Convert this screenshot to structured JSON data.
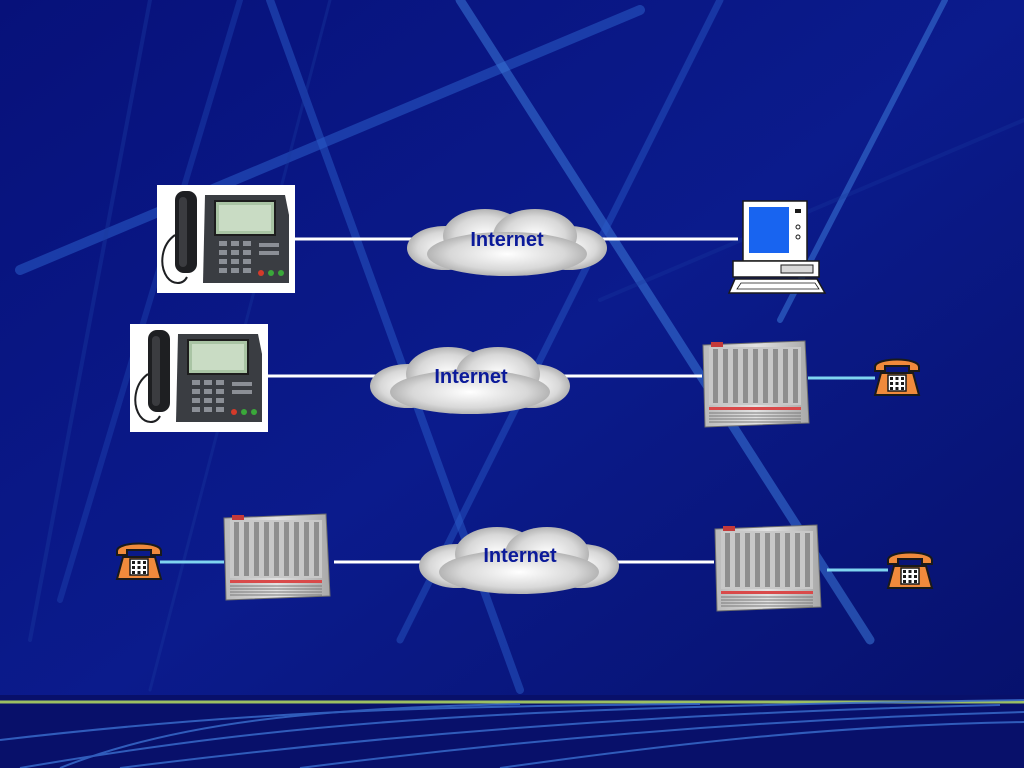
{
  "slide": {
    "background_color": "#0a1478",
    "link_color": "#ffffff",
    "accent_line_color": "#9bbf62"
  },
  "diagram": {
    "rows": [
      {
        "cloud_label": "Internet",
        "left_devices": [
          "ip-phone"
        ],
        "right_devices": [
          "computer"
        ]
      },
      {
        "cloud_label": "Internet",
        "left_devices": [
          "ip-phone"
        ],
        "right_devices": [
          "gateway-chassis",
          "telephone"
        ]
      },
      {
        "cloud_label": "Internet",
        "left_devices": [
          "telephone",
          "gateway-chassis"
        ],
        "right_devices": [
          "gateway-chassis",
          "telephone"
        ]
      }
    ]
  }
}
